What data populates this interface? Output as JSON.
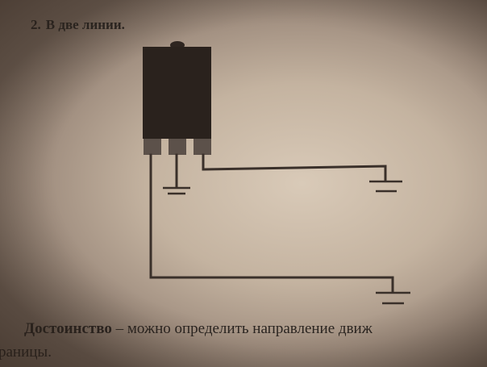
{
  "heading": {
    "number": "2.",
    "text": "В две линии."
  },
  "caption": {
    "term": "Достоинство",
    "dash": " – ",
    "text": "можно определить направление движ",
    "continuation": "раницы."
  },
  "colors": {
    "paper": "#cfc0ad",
    "ink": "#2b2622",
    "component_body": "#2a221d",
    "wire": "#3a302a"
  },
  "icons": {
    "component": "three-terminal-component",
    "ground": "ground-symbol"
  }
}
